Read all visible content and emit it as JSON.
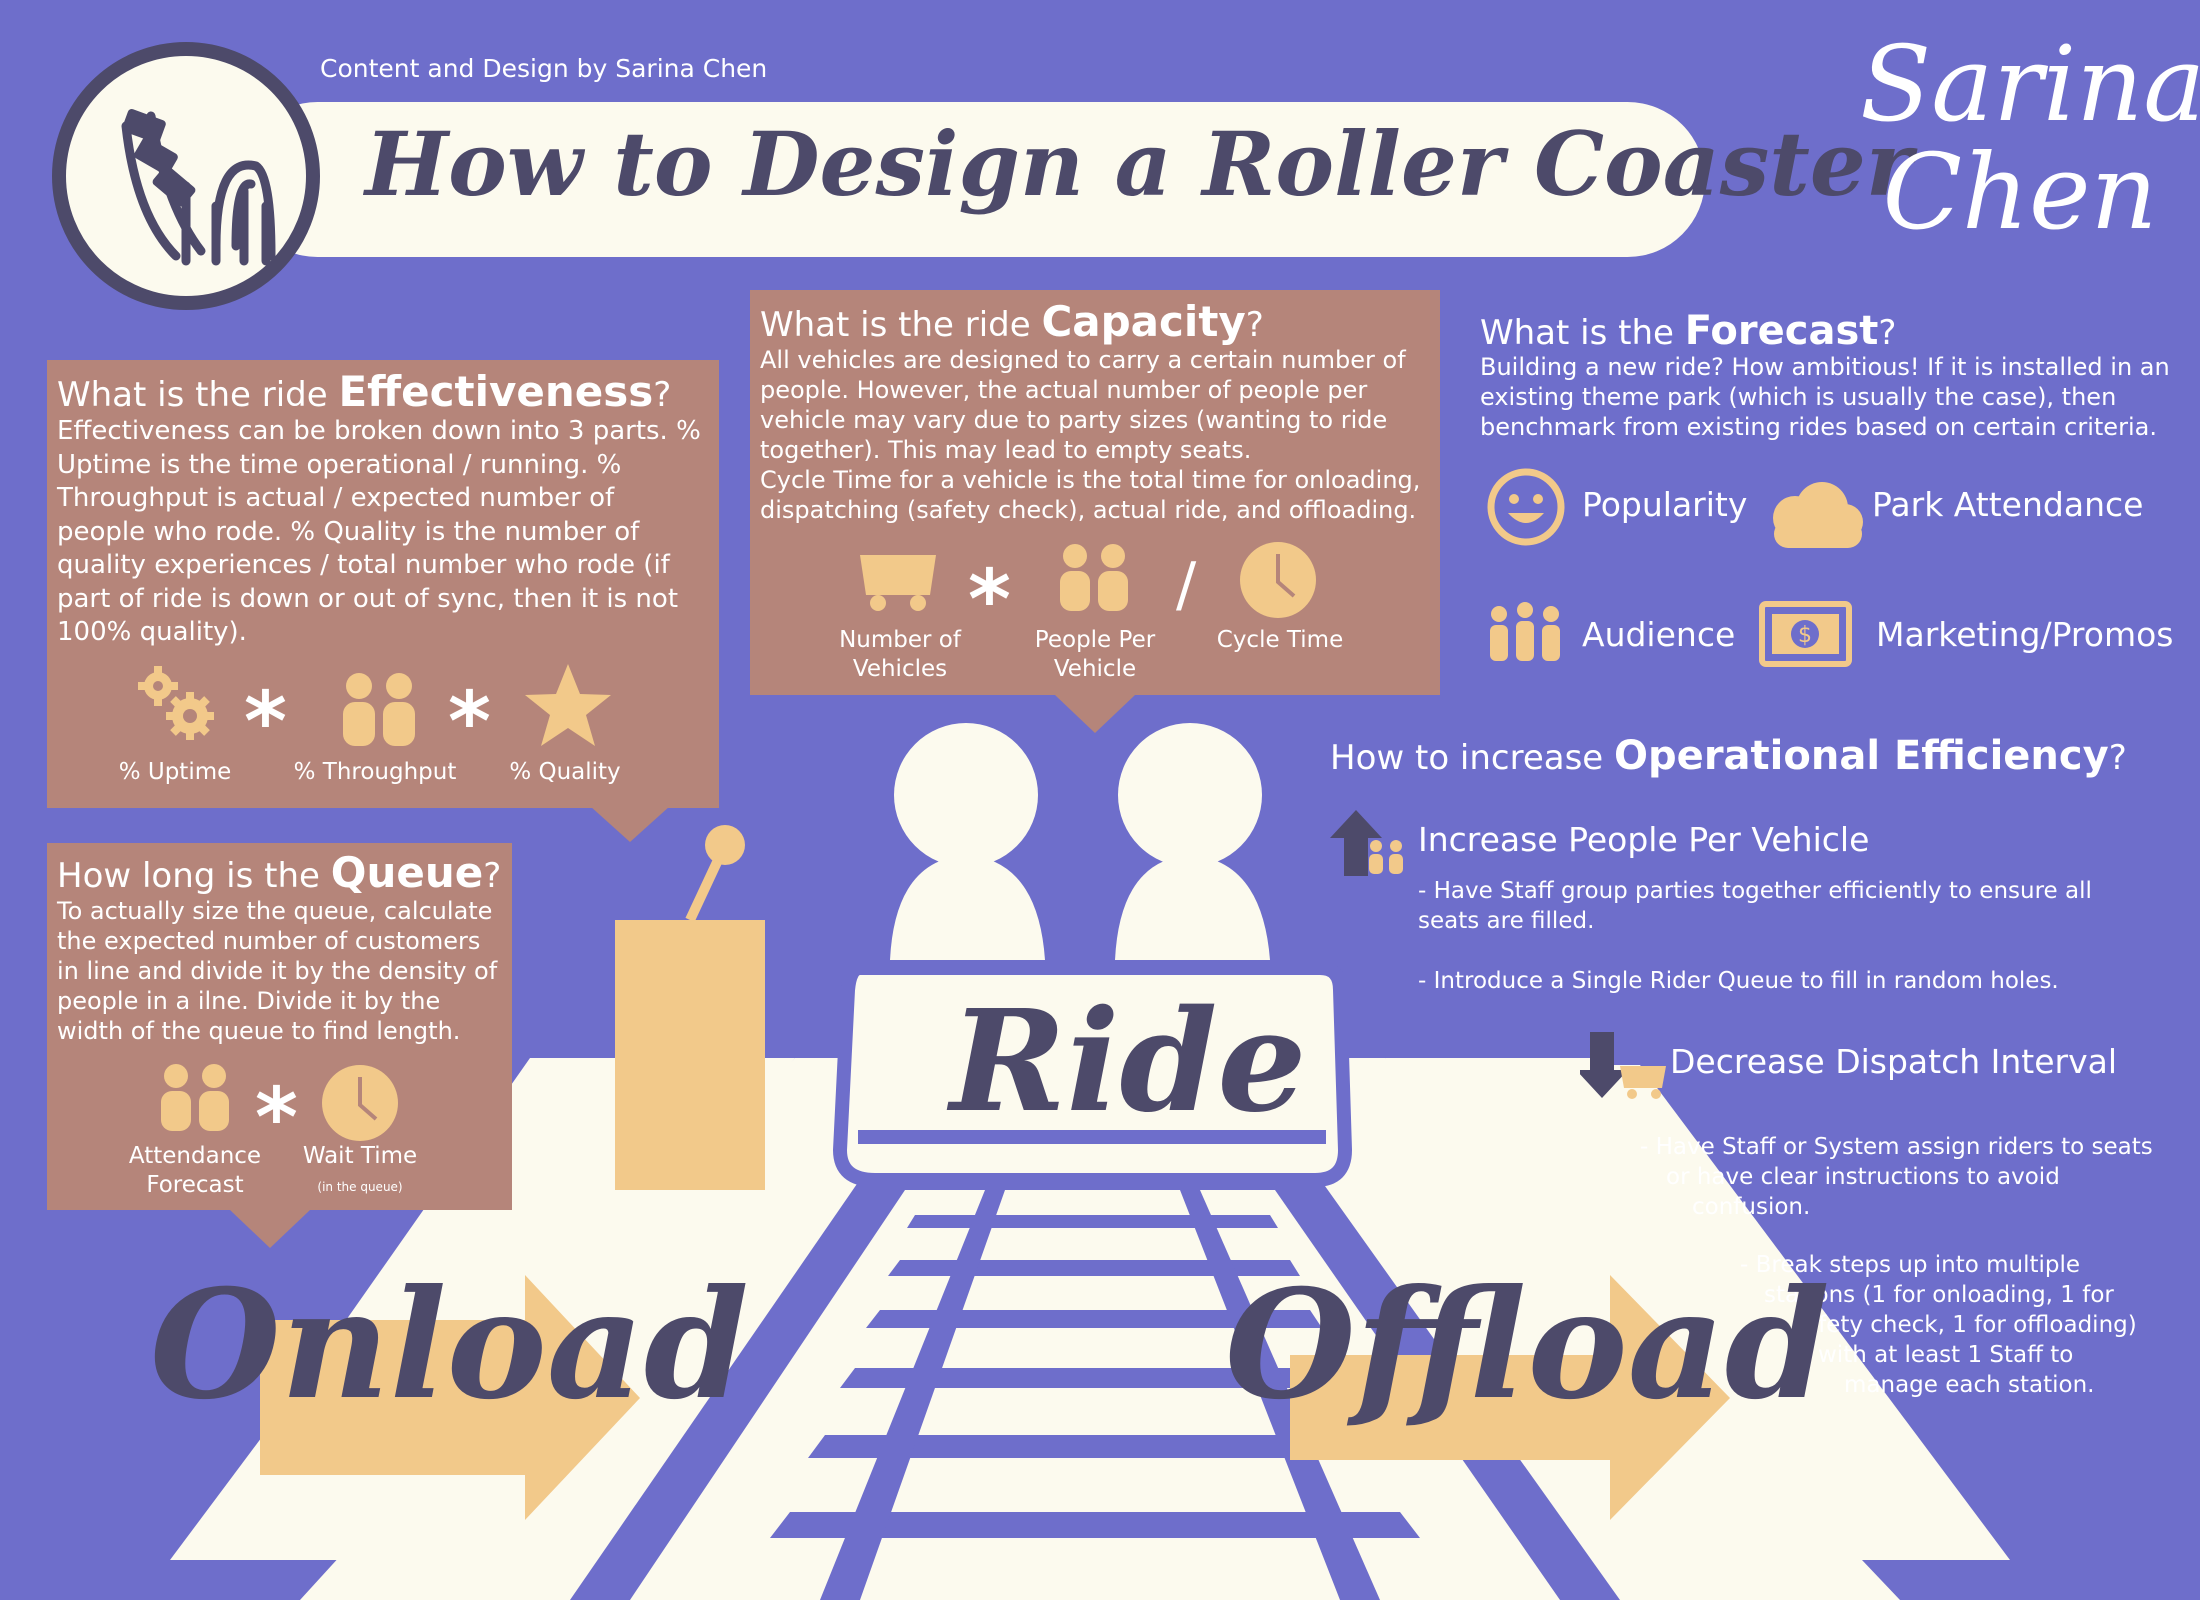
{
  "credit": "Content and Design by Sarina Chen",
  "title": "How to Design a Roller Coaster",
  "signature": "Sarina Chen",
  "effectiveness": {
    "prefix": "What is the ride ",
    "keyword": "Effectiveness",
    "suffix": "?",
    "body": "Effectiveness can be broken down into 3 parts. % Uptime is the time operational / running. % Throughput is actual / expected number of people who rode. % Quality is the number of quality experiences / total number who rode (if part of ride is down or out of sync, then it is not 100% quality).",
    "labels": [
      "% Uptime",
      "% Throughput",
      "% Quality"
    ],
    "op1": "*",
    "op2": "*"
  },
  "capacity": {
    "prefix": "What is the ride ",
    "keyword": "Capacity",
    "suffix": "?",
    "body": "All vehicles are designed to carry a certain number of people. However, the actual number of people per vehicle may vary due to party sizes (wanting to ride together). This may lead to empty seats.\nCycle Time for a vehicle is the total time for onloading, dispatching (safety check), actual ride, and offloading.",
    "labels": [
      "Number of Vehicles",
      "People Per Vehicle",
      "Cycle Time"
    ],
    "op1": "*",
    "op2": "/"
  },
  "queue": {
    "prefix": "How long is the ",
    "keyword": "Queue",
    "suffix": "?",
    "body": "To actually size the queue, calculate the expected number of customers in line and divide it by the density of people in a ilne. Divide it by the width of the queue to find length.",
    "labels": [
      "Attendance Forecast",
      "Wait Time"
    ],
    "wait_note": "(in the queue)",
    "op1": "*"
  },
  "forecast": {
    "prefix": "What is the ",
    "keyword": "Forecast",
    "suffix": "?",
    "body": "Building a new ride? How ambitious! If it is installed in an existing theme park (which is usually the case), then benchmark from existing rides based on certain criteria.",
    "items": [
      "Popularity",
      "Park Attendance",
      "Audience",
      "Marketing/Promos"
    ]
  },
  "efficiency": {
    "prefix": "How to increase ",
    "keyword": "Operational Efficiency",
    "suffix": "?",
    "sub1": "Increase People Per Vehicle",
    "sub1_points": [
      "- Have Staff group parties together efficiently to ensure all seats are filled.",
      "- Introduce a Single Rider Queue to fill in random holes."
    ],
    "sub2": "Decrease Dispatch Interval",
    "sub2_point1_lines": [
      "- Have Staff or System assign riders to seats",
      "or have clear instructions to avoid",
      "confusion."
    ],
    "sub2_point2_lines": [
      "- Break steps up into multiple",
      "stations (1 for onloading, 1 for",
      "safety check, 1 for offloading)",
      "with at least 1 Staff to",
      "manage each station."
    ]
  },
  "stages": {
    "onload": "Onload",
    "ride": "Ride",
    "offload": "Offload"
  },
  "colors": {
    "background": "#6e6ecb",
    "box": "#b5857a",
    "accent": "#f2c98a",
    "dark": "#4d4a6a",
    "cream": "#fcfaee"
  }
}
